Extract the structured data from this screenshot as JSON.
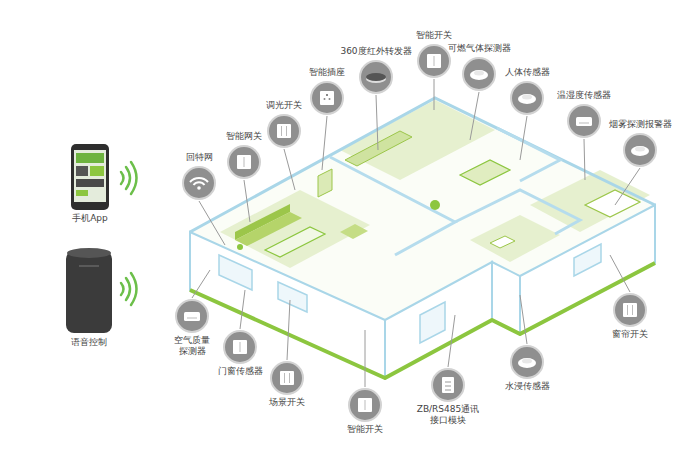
{
  "diagram": {
    "nodes": [
      {
        "text": [
          "回特网"
        ]
      },
      {
        "text": [
          "智能网关"
        ]
      },
      {
        "text": [
          "调光开关"
        ]
      },
      {
        "text": [
          "智能插座"
        ]
      },
      {
        "text": [
          "360度红外转发器"
        ]
      },
      {
        "text": [
          "智能开关"
        ]
      },
      {
        "text": [
          "可燃气体探测器"
        ]
      },
      {
        "text": [
          "人体传感器"
        ]
      },
      {
        "text": [
          "温湿度传感器"
        ]
      },
      {
        "text": [
          "烟雾探测报警器"
        ]
      },
      {
        "text": [
          "手机App"
        ]
      },
      {
        "text": [
          "语音控制"
        ]
      },
      {
        "text": [
          "空气质量 探测器"
        ]
      },
      {
        "text": [
          "门窗传感器"
        ]
      },
      {
        "text": [
          "场景开关"
        ]
      },
      {
        "text": [
          "智能开关"
        ]
      },
      {
        "text": [
          "ZB/RS485通讯 接口模块"
        ]
      },
      {
        "text": [
          "水浸传感器"
        ]
      },
      {
        "text": [
          "窗帘开关"
        ]
      }
    ]
  }
}
